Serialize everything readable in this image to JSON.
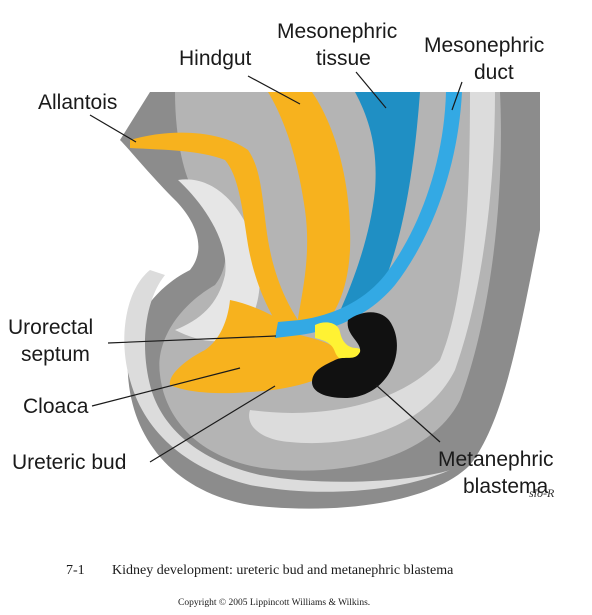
{
  "labels": {
    "hindgut": "Hindgut",
    "mesonephric_tissue_line1": "Mesonephric",
    "mesonephric_tissue_line2": "tissue",
    "mesonephric_duct_line1": "Mesonephric",
    "mesonephric_duct_line2": "duct",
    "allantois": "Allantois",
    "urorectal_septum_line1": "Urorectal",
    "urorectal_septum_line2": "septum",
    "cloaca": "Cloaca",
    "ureteric_bud": "Ureteric bud",
    "metanephric_blastema_line1": "Metanephric",
    "metanephric_blastema_line2": "blastema"
  },
  "signature": "slo-R",
  "caption": {
    "number": "7-1",
    "text": "Kidney development: ureteric bud and metanephric blastema"
  },
  "copyright": "Copyright © 2005 Lippincott Williams & Wilkins.",
  "colors": {
    "outer_gray": "#8c8c8c",
    "mid_gray": "#b4b4b4",
    "light_gray": "#dcdcdc",
    "hindgut_orange": "#f7b21e",
    "mesonephric_tissue_blue": "#1f8fc4",
    "mesonephric_duct_blue": "#33a9e4",
    "ureteric_bud_yellow": "#fff233",
    "blastema_black": "#111111"
  }
}
